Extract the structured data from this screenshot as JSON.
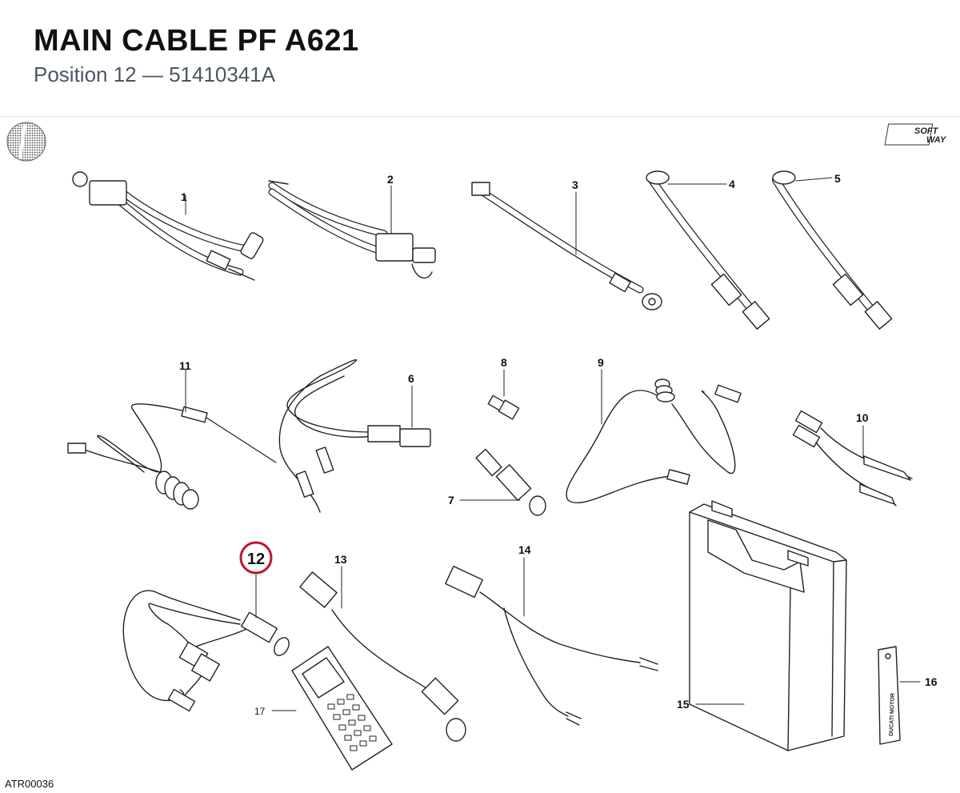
{
  "header": {
    "title": "MAIN CABLE PF A621",
    "subtitle": "Position 12 — 51410341A"
  },
  "brand": {
    "logo_text_1": "SOFT",
    "logo_text_2": "WAY"
  },
  "callouts": {
    "c1": "1",
    "c2": "2",
    "c3": "3",
    "c4": "4",
    "c5": "5",
    "c6": "6",
    "c7": "7",
    "c8": "8",
    "c9": "9",
    "c10": "10",
    "c11": "11",
    "c12": "12",
    "c13": "13",
    "c14": "14",
    "c15": "15",
    "c16": "16",
    "c17": "17"
  },
  "highlight": {
    "position": "12",
    "color": "#c0152a"
  },
  "tag_text": "DUCATI MOTOR",
  "footer": {
    "code": "ATR00036"
  }
}
